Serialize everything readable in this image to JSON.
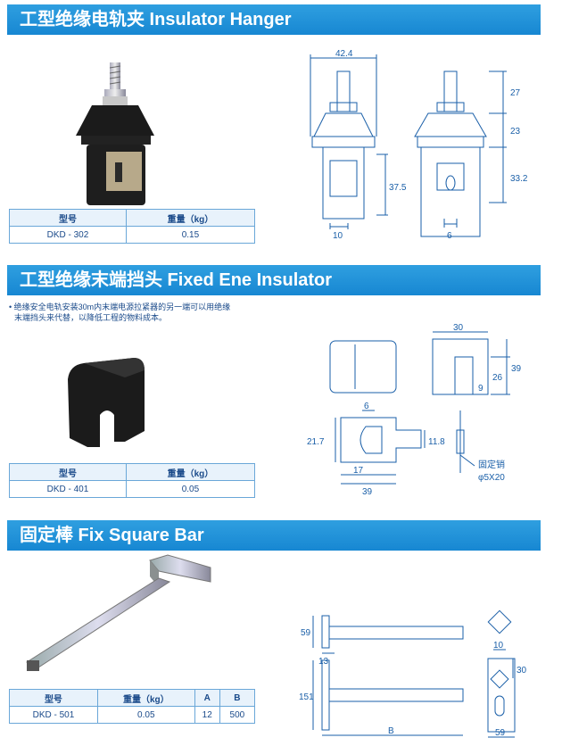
{
  "sections": [
    {
      "title": "工型绝缘电轨夹 Insulator Hanger",
      "table": {
        "headers": [
          "型号",
          "重量（kg）"
        ],
        "rows": [
          [
            "DKD - 302",
            "0.15"
          ]
        ]
      },
      "dims": [
        "42.4",
        "27",
        "23",
        "33.2",
        "37.5",
        "10",
        "6"
      ]
    },
    {
      "title": "工型绝缘末端挡头 Fixed Ene Insulator",
      "note": [
        "• 绝缘安全电轨安装30m内末端电源拉紧器的另一端可以用绝缘",
        "末端挡头来代替，以降低工程的物料成本。"
      ],
      "table": {
        "headers": [
          "型号",
          "重量（kg）"
        ],
        "rows": [
          [
            "DKD - 401",
            "0.05"
          ]
        ]
      },
      "dims": [
        "30",
        "26",
        "39",
        "9",
        "6",
        "21.7",
        "11.8",
        "17",
        "39"
      ],
      "pin_label": [
        "固定销",
        "φ5X20"
      ]
    },
    {
      "title": "固定棒  Fix Square Bar",
      "table": {
        "headers": [
          "型号",
          "重量（kg）",
          "A",
          "B"
        ],
        "rows": [
          [
            "DKD - 501",
            "0.05",
            "12",
            "500"
          ]
        ]
      },
      "dims": [
        "59",
        "13",
        "151",
        "B",
        "10",
        "30",
        "59"
      ]
    }
  ],
  "colors": {
    "banner": "#1787d2",
    "drawing": "#1a5fa8",
    "product": "#1b1b1b"
  }
}
